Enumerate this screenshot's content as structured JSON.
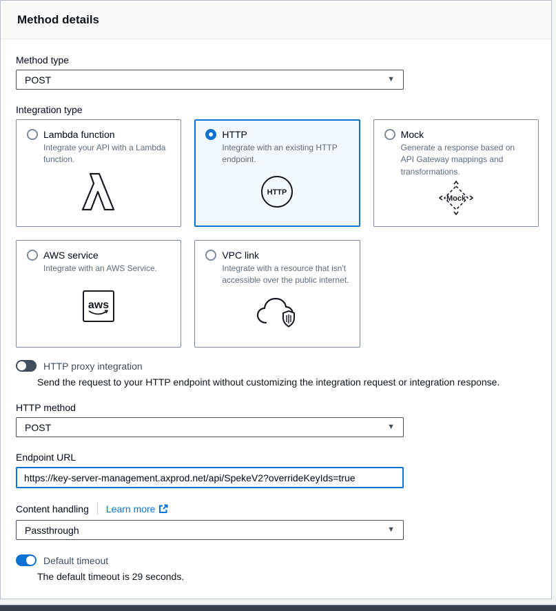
{
  "panel": {
    "title": "Method details"
  },
  "method_type": {
    "label": "Method type",
    "value": "POST"
  },
  "integration_type": {
    "label": "Integration type",
    "options": [
      {
        "title": "Lambda function",
        "description": "Integrate your API with a Lambda function.",
        "selected": false,
        "icon": "lambda-icon"
      },
      {
        "title": "HTTP",
        "description": "Integrate with an existing HTTP endpoint.",
        "selected": true,
        "icon": "http-icon"
      },
      {
        "title": "Mock",
        "description": "Generate a response based on API Gateway mappings and transformations.",
        "selected": false,
        "icon": "mock-icon"
      },
      {
        "title": "AWS service",
        "description": "Integrate with an AWS Service.",
        "selected": false,
        "icon": "aws-icon"
      },
      {
        "title": "VPC link",
        "description": "Integrate with a resource that isn't accessible over the public internet.",
        "selected": false,
        "icon": "vpc-link-icon"
      }
    ]
  },
  "http_proxy_toggle": {
    "label": "HTTP proxy integration",
    "description": "Send the request to your HTTP endpoint without customizing the integration request or integration response.",
    "state": "off"
  },
  "http_method": {
    "label": "HTTP method",
    "value": "POST"
  },
  "endpoint_url": {
    "label": "Endpoint URL",
    "value": "https://key-server-management.axprod.net/api/SpekeV2?overrideKeyIds=true"
  },
  "content_handling": {
    "label": "Content handling",
    "learn_more_label": "Learn more",
    "value": "Passthrough"
  },
  "default_timeout_toggle": {
    "label": "Default timeout",
    "description": "The default timeout is 29 seconds.",
    "state": "on"
  },
  "icons": {
    "dropdown_caret": "▼",
    "http_badge": "HTTP",
    "mock_badge": "Mock",
    "aws_badge": "aws"
  },
  "colors": {
    "accent": "#0972d3",
    "selected_card_bg": "#f2f8fd",
    "toggle_off": "#414d5c",
    "footer_bar": "#39404d"
  }
}
